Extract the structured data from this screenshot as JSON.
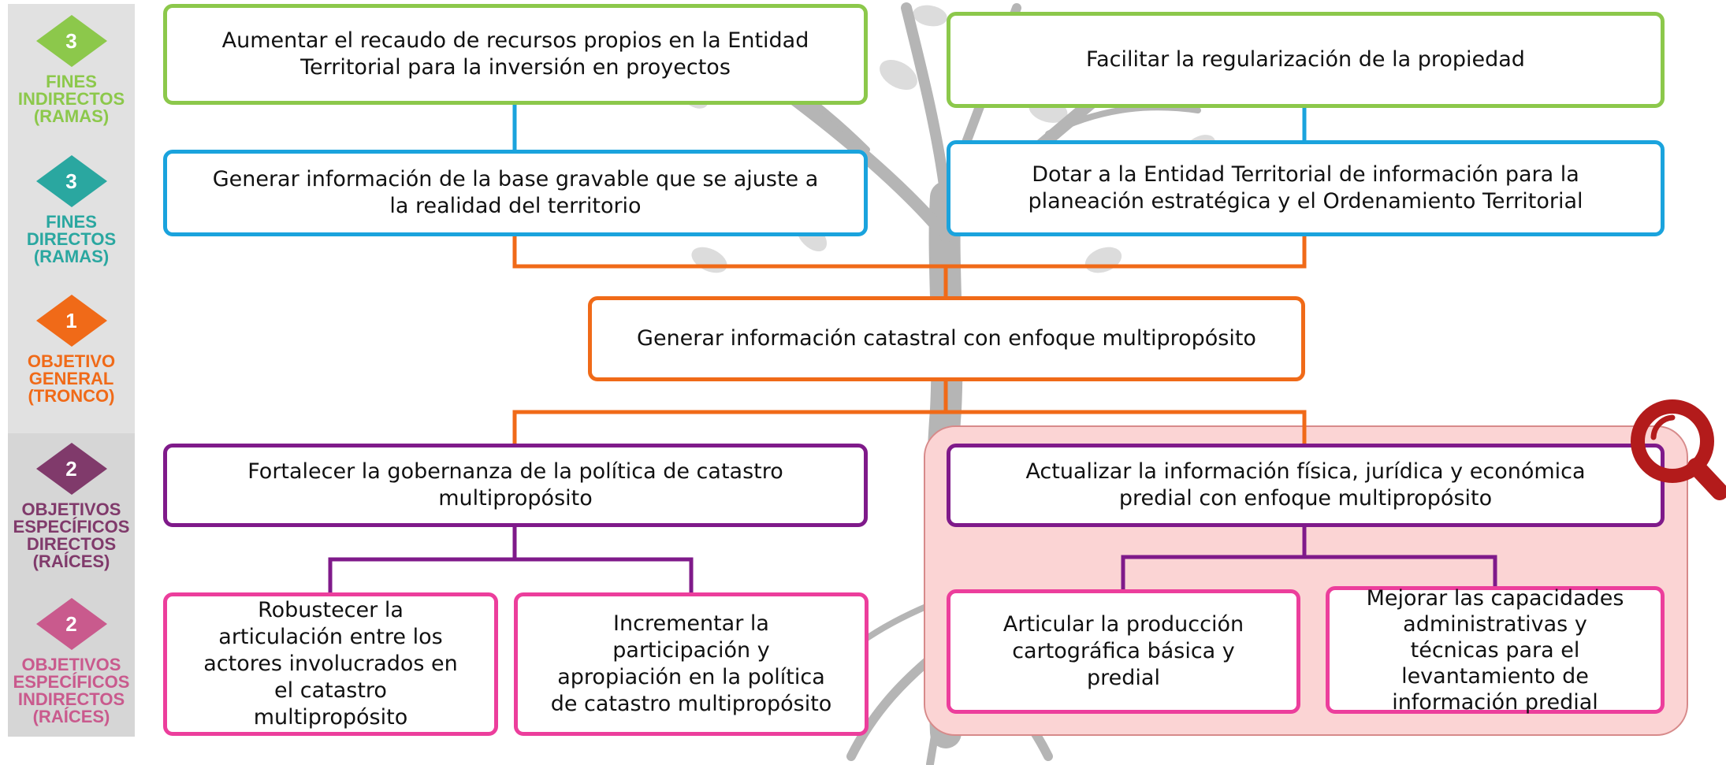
{
  "colors": {
    "green": "#8cc84b",
    "blue": "#1aa3dd",
    "orange": "#f06a18",
    "purple": "#7f1a8a",
    "pink": "#ec3e9c",
    "teal": "#2aa7a0",
    "plum": "#803a6b",
    "rose": "#c95a8d",
    "magnifier": "#b31b1b"
  },
  "levels": [
    {
      "number": "3",
      "lines": [
        "FINES",
        "INDIRECTOS",
        "(RAMAS)"
      ]
    },
    {
      "number": "3",
      "lines": [
        "FINES",
        "DIRECTOS",
        "(RAMAS)"
      ]
    },
    {
      "number": "1",
      "lines": [
        "OBJETIVO",
        "GENERAL",
        "(TRONCO)"
      ]
    },
    {
      "number": "2",
      "lines": [
        "OBJETIVOS",
        "ESPECÍFICOS",
        "DIRECTOS",
        "(RAÍCES)"
      ]
    },
    {
      "number": "2",
      "lines": [
        "OBJETIVOS",
        "ESPECÍFICOS",
        "INDIRECTOS",
        "(RAÍCES)"
      ]
    }
  ],
  "boxes": {
    "fin_indirecto_1": [
      "Aumentar el recaudo de recursos propios en la Entidad",
      "Territorial para la inversión en proyectos"
    ],
    "fin_indirecto_2": [
      "Facilitar la regularización de la propiedad"
    ],
    "fin_directo_1": [
      "Generar información de la base gravable que se ajuste a",
      "la realidad del territorio"
    ],
    "fin_directo_2": [
      "Dotar a la Entidad Territorial de información para la",
      "planeación estratégica y el Ordenamiento Territorial"
    ],
    "objetivo_general": [
      "Generar información catastral con enfoque multipropósito"
    ],
    "especifico_directo_1": [
      "Fortalecer la gobernanza de la política de catastro",
      "multipropósito"
    ],
    "especifico_directo_2": [
      "Actualizar la información física, jurídica y económica",
      "predial con enfoque multipropósito"
    ],
    "especifico_indirecto_1": [
      "Robustecer la",
      "articulación entre los",
      "actores involucrados en",
      "el catastro",
      "multipropósito"
    ],
    "especifico_indirecto_2": [
      "Incrementar la",
      "participación y",
      "apropiación en la política",
      "de catastro multipropósito"
    ],
    "especifico_indirecto_3": [
      "Articular la producción",
      "cartográfica básica y",
      "predial"
    ],
    "especifico_indirecto_4": [
      "Mejorar las capacidades",
      "administrativas y",
      "técnicas para el",
      "levantamiento de",
      "información predial"
    ]
  }
}
